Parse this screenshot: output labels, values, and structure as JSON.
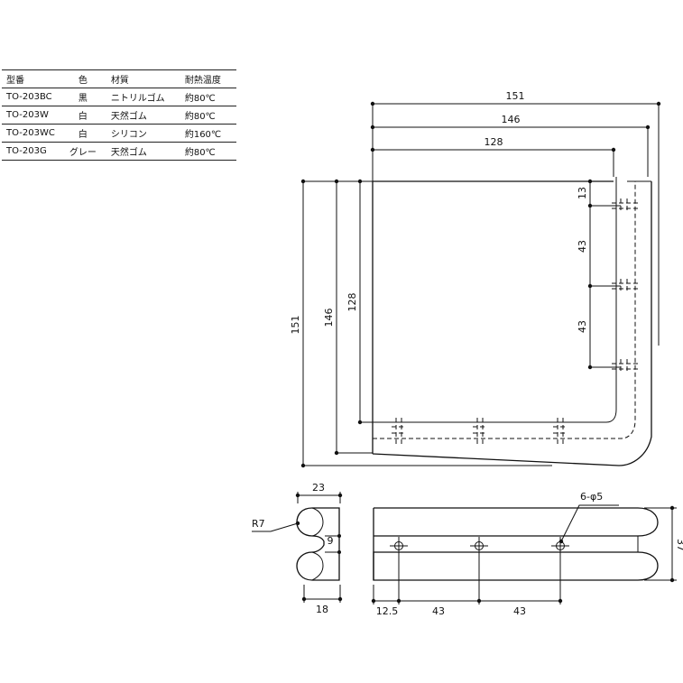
{
  "spec_table": {
    "headers": [
      "型番",
      "色",
      "材質",
      "耐熱温度"
    ],
    "rows": [
      [
        "TO-203BC",
        "黒",
        "ニトリルゴム",
        "約80℃"
      ],
      [
        "TO-203W",
        "白",
        "天然ゴム",
        "約80℃"
      ],
      [
        "TO-203WC",
        "白",
        "シリコン",
        "約160℃"
      ],
      [
        "TO-203G",
        "グレー",
        "天然ゴム",
        "約80℃"
      ]
    ]
  },
  "dimensions": {
    "top_151": "151",
    "top_146": "146",
    "top_128": "128",
    "left_151": "151",
    "left_146": "146",
    "left_128": "128",
    "right_13": "13",
    "right_43a": "43",
    "right_43b": "43",
    "profile_23": "23",
    "profile_r7": "R7",
    "profile_9": "9",
    "profile_18": "18",
    "side_hole_callout": "6-φ5",
    "side_37": "37",
    "side_12_5": "12.5",
    "side_43a": "43",
    "side_43b": "43"
  }
}
